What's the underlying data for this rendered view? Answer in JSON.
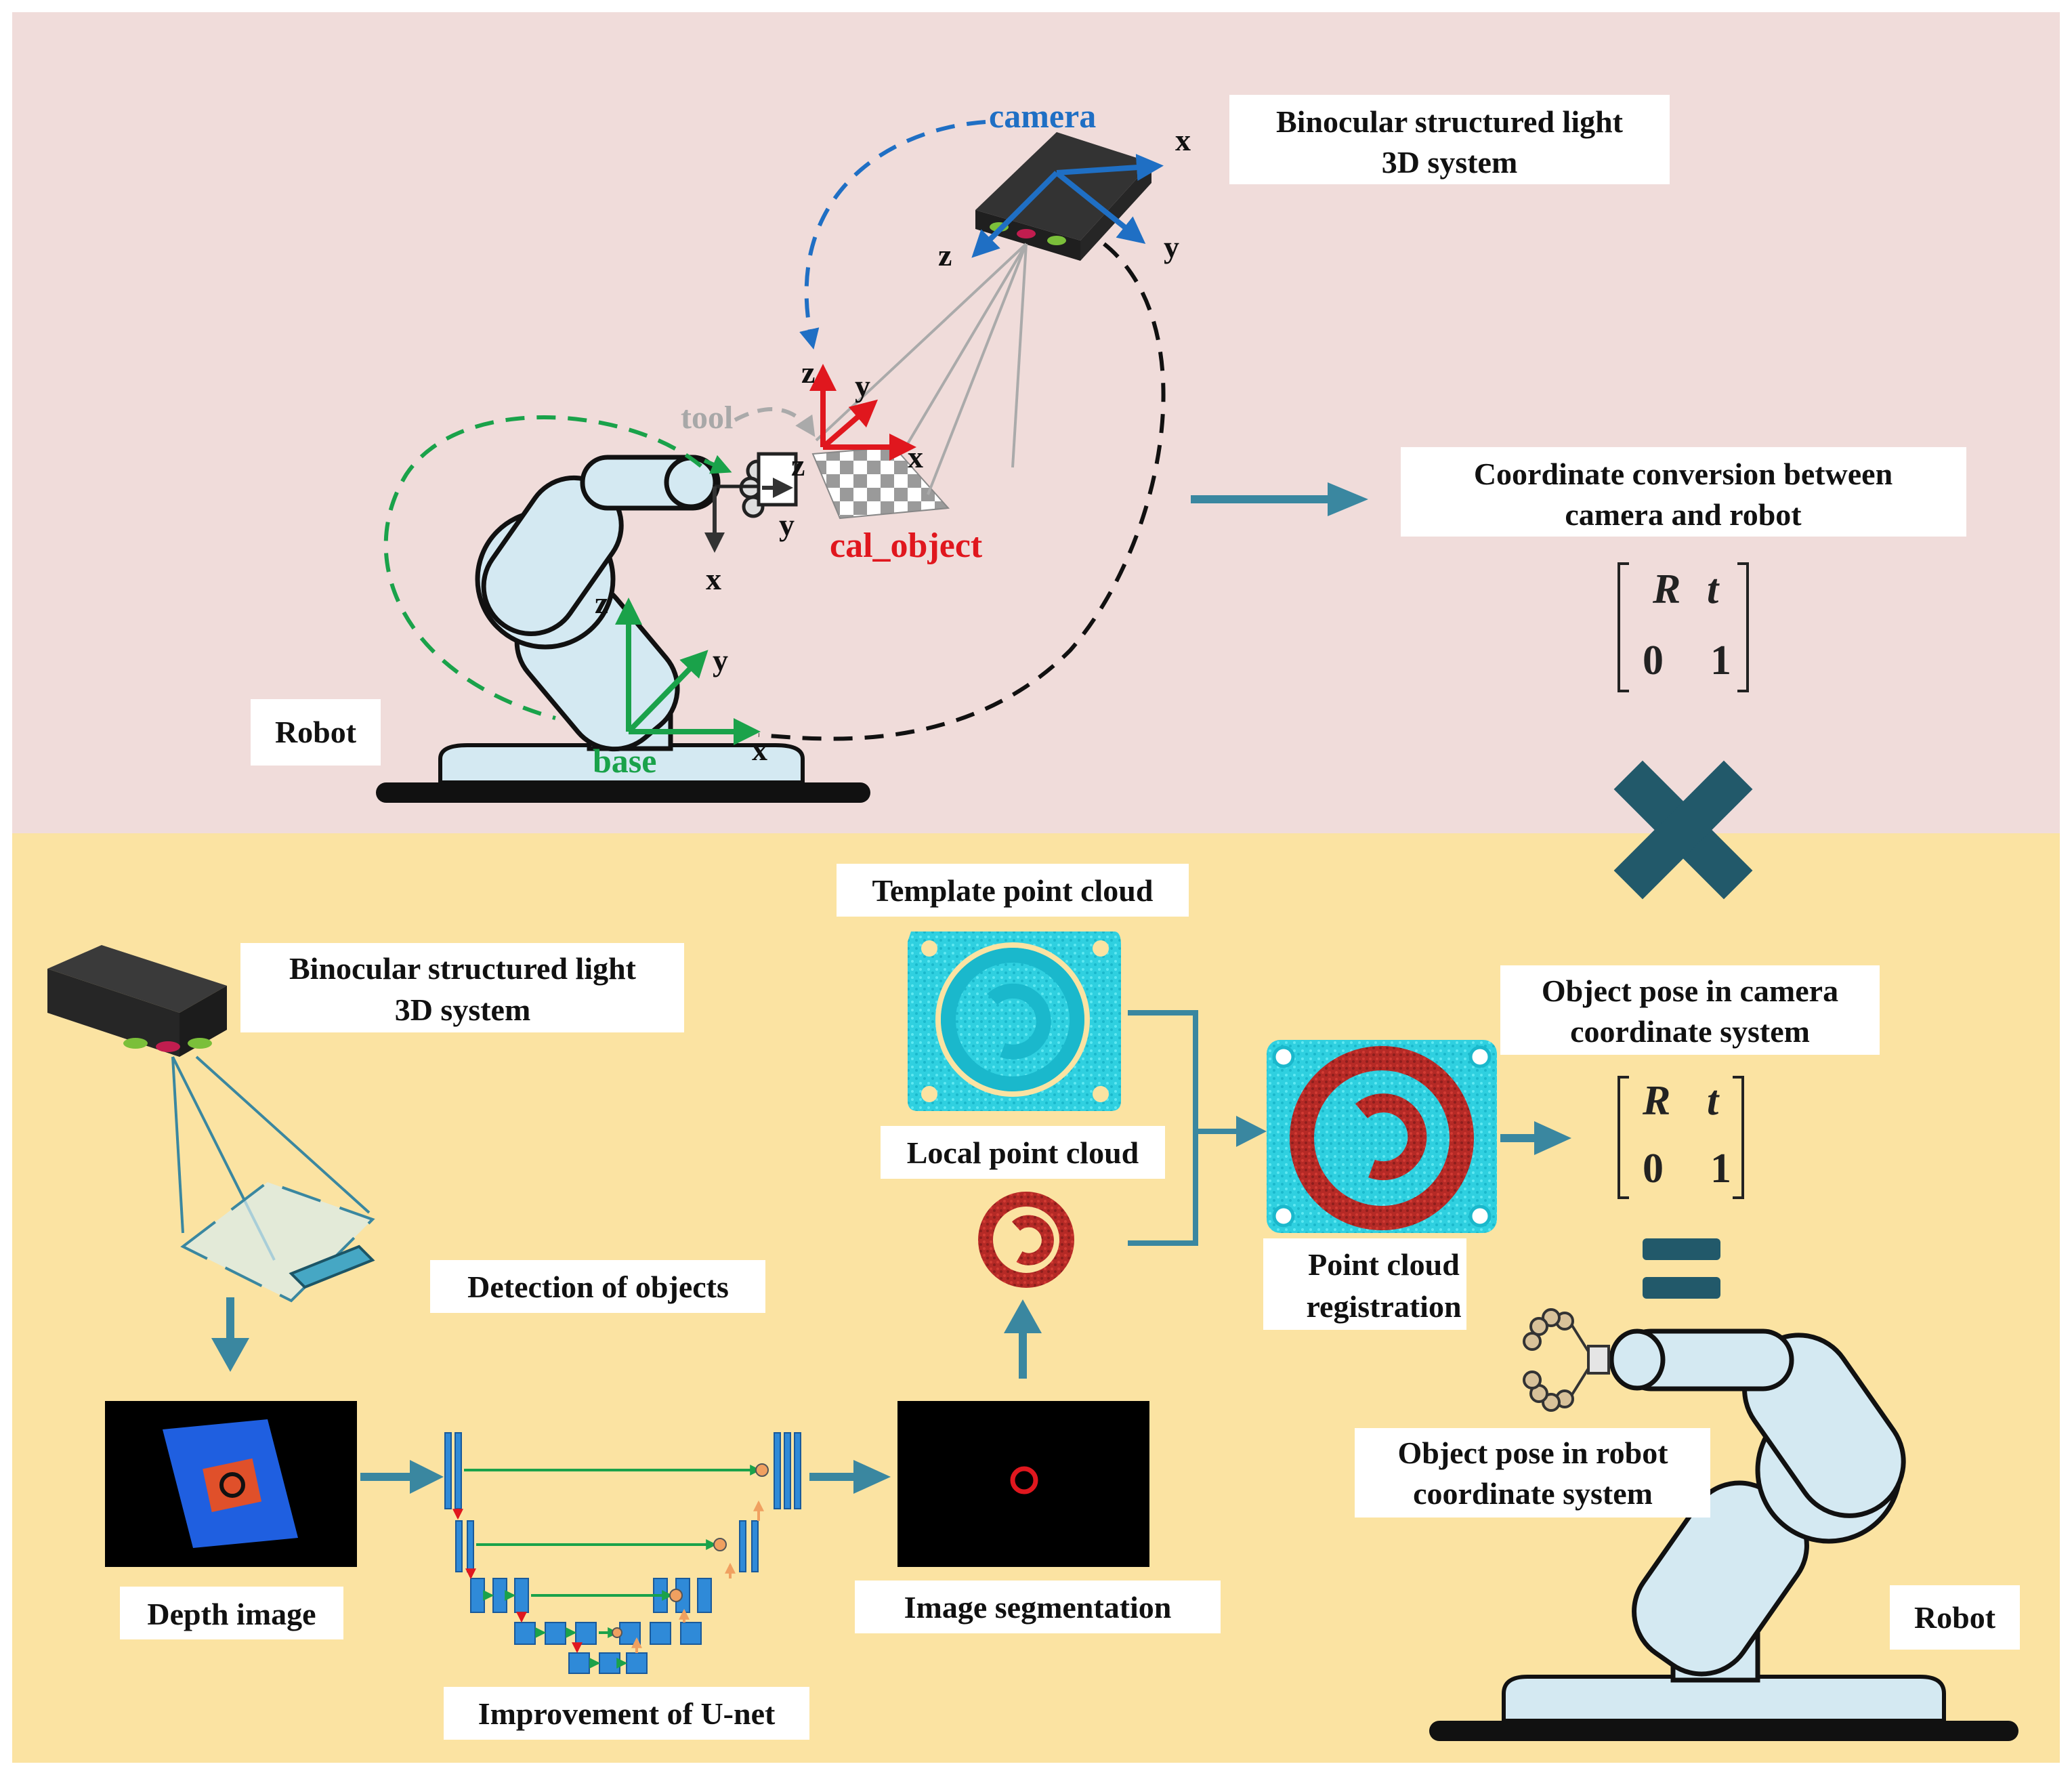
{
  "colors": {
    "top_bg": "#f0dcda",
    "bottom_bg": "#fbe3a2",
    "teal": "#3a87a0",
    "robot_fill": "#d4e9f2",
    "camera_blue": "#1f6fc4",
    "base_green": "#1aa24a",
    "cal_red": "#e0171e",
    "tool_gray": "#a8a8a8",
    "dark_teal_x": "#22596a"
  },
  "top": {
    "robot_label": "Robot",
    "camera_system": [
      "Binocular structured light",
      "3D system"
    ],
    "camera_label": "camera",
    "tool_label": "tool",
    "cal_label": "cal_object",
    "base_label": "base",
    "axis": {
      "x": "x",
      "y": "y",
      "z": "z"
    },
    "conversion": [
      "Coordinate conversion between",
      "camera and robot"
    ],
    "matrix": {
      "r": "R",
      "t": "t",
      "zero": "0",
      "one": "1"
    }
  },
  "bottom": {
    "camera_system": [
      "Binocular structured light",
      "3D system"
    ],
    "detection": "Detection of objects",
    "depth": "Depth image",
    "unet": "Improvement of U-net",
    "segmentation": "Image segmentation",
    "template": "Template point cloud",
    "local": "Local point cloud",
    "registration": [
      "Point cloud",
      "registration"
    ],
    "object_pose_camera": [
      "Object pose  in camera",
      "coordinate system"
    ],
    "object_pose_robot": [
      "Object pose  in robot",
      "coordinate system"
    ],
    "robot_label": "Robot",
    "matrix": {
      "r": "R",
      "t": "t",
      "zero": "0",
      "one": "1"
    }
  }
}
